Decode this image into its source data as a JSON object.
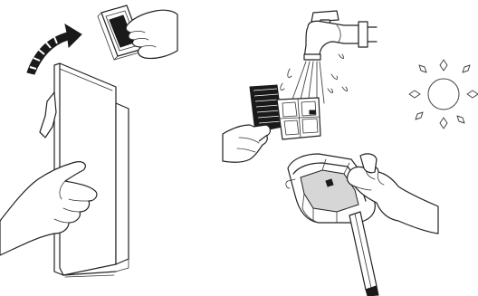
{
  "diagram": {
    "steps": [
      {
        "name": "remove-filter"
      },
      {
        "name": "rinse-filter"
      },
      {
        "name": "dry-filter"
      },
      {
        "name": "clean-container"
      }
    ],
    "colors": {
      "line": "#222222",
      "dark_fill": "#1a1a1a",
      "background": "#ffffff"
    }
  }
}
